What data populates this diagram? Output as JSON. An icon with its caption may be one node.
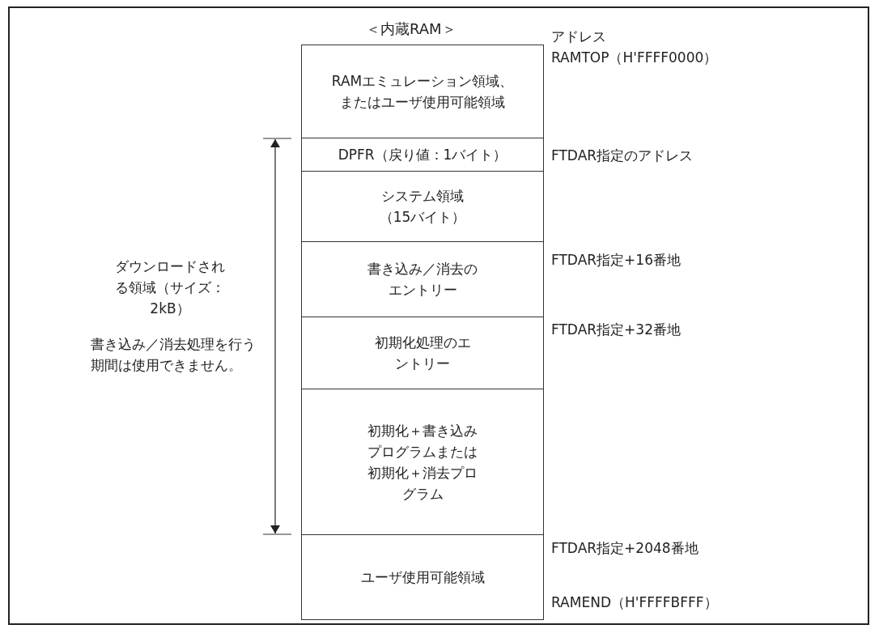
{
  "diagram": {
    "title": "＜内蔵RAM＞",
    "nodes": [
      {
        "text": [
          "RAMエミュレーション領域、またはユーザ使用可能領域"
        ]
      },
      {
        "text": [
          "DPFR（戻り値：1バイト）"
        ]
      },
      {
        "text": [
          "システム領域（15バイト）"
        ]
      },
      {
        "text": [
          "書き込み／消去のエントリー"
        ]
      },
      {
        "text": [
          "初期化処理のエントリー"
        ]
      },
      {
        "text": [
          "初期化＋書き込みプログラムまたは初期化＋消去プログラム"
        ]
      },
      {
        "text": [
          "ユーザ使用可能領域"
        ]
      }
    ],
    "labels": [
      "アドレス",
      "RAMTOP（H'FFFF0000）",
      "FTDAR指定のアドレス",
      "ダウンロードされる領域（サイズ：2kB）",
      "FTDAR指定+16番地",
      "FTDAR指定+32番地",
      "書き込み／消去処理を行う期間は使用できません。",
      "FTDAR指定+2048番地",
      "RAMEND（H'FFFFBFFF）"
    ]
  }
}
